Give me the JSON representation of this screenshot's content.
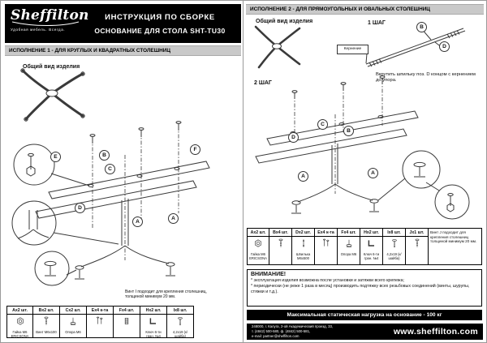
{
  "brand": {
    "name": "Sheffilton",
    "tagline": "Удобная мебель. Всегда."
  },
  "header": {
    "title_line1": "ИНСТРУКЦИЯ ПО СБОРКЕ",
    "title_line2": "ОСНОВАНИЕ ДЛЯ СТОЛА SHT-TU30"
  },
  "left": {
    "section_title": "ИСПОЛНЕНИЕ 1 - ДЛЯ КРУГЛЫХ И КВАДРАТНЫХ СТОЛЕШНИЦ",
    "general_view_label": "Общий вид изделия",
    "callouts": [
      "E",
      "B",
      "C",
      "F",
      "D",
      "A",
      "A"
    ],
    "note": "Винт I подходит для крепления столешниц, толщиной минимум 20 мм.",
    "parts": [
      {
        "qty": "Ax2 шт.",
        "label": "Гайка М6 ERICSONA",
        "icon": "nut-icon"
      },
      {
        "qty": "Bx2 шт.",
        "label": "Винт М6х100",
        "icon": "bolt-icon"
      },
      {
        "qty": "Cx2 шт.",
        "label": "Опора М6",
        "icon": "support-icon"
      },
      {
        "qty": "Ex4 к-та",
        "label": "",
        "icon": "kit-icon"
      },
      {
        "qty": "Fx4 шт.",
        "label": "",
        "icon": "insert-icon"
      },
      {
        "qty": "Hx2 шт.",
        "label": "Ключ 6-ти гран. №4",
        "icon": "hexkey-icon"
      },
      {
        "qty": "Ix8 шт.",
        "label": "4,2х19 (к/шайба)",
        "icon": "screw-icon"
      }
    ]
  },
  "right": {
    "section_title": "ИСПОЛНЕНИЕ 2 - ДЛЯ ПРЯМОУГОЛЬНЫХ И ОВАЛЬНЫХ СТОЛЕШНИЦ",
    "general_view_label": "Общий вид изделия",
    "step1_label": "1 ШАГ",
    "step2_label": "2 ШАГ",
    "kernenie_label": "Кернение",
    "step1_text": "Вкрутить шпильку поз. D концом с кернением до упора.",
    "step1_callouts": [
      "B",
      "D"
    ],
    "step2_callouts": [
      "C",
      "D",
      "B",
      "A",
      "A"
    ],
    "parts": [
      {
        "qty": "Ax2 шт.",
        "label": "Гайка М6 ERICSONA",
        "icon": "nut-icon"
      },
      {
        "qty": "Bx4 шт.",
        "label": "",
        "icon": "bolt-icon"
      },
      {
        "qty": "Dx2 шт.",
        "label": "Шпилька М6х500",
        "icon": "stud-icon"
      },
      {
        "qty": "Ex4 к-та",
        "label": "",
        "icon": "kit-icon"
      },
      {
        "qty": "Fx4 шт.",
        "label": "Опора М6",
        "icon": "support-icon"
      },
      {
        "qty": "Hx2 шт.",
        "label": "Ключ 6-ти гран. №4",
        "icon": "hexkey-icon"
      },
      {
        "qty": "Ix8 шт.",
        "label": "4,2х19 (к/шайба)",
        "icon": "screw-icon"
      },
      {
        "qty": "Jx1 шт.",
        "label": "",
        "icon": "bolt-icon"
      }
    ],
    "parts_note": "Винт J подходит для крепления столешниц толщиной минимум 20 мм.",
    "attention": {
      "title": "ВНИМАНИЕ!",
      "items": [
        "* эксплуатация изделия возможна после установки и затяжки всего крепежа;",
        "* периодически (не реже 1 раза в месяц) производить подтяжку всех резьбовых соединений (винты, шурупы, стяжки и т.д.)."
      ]
    },
    "max_load": "Максимальная статическая нагрузка на основание - 100 кг"
  },
  "footer": {
    "address_line1": "248000, г. Калуга, 2-ой Академический проезд, 33,",
    "address_line2": "т. (4842) 500-580, ф. (4842) 500-581,",
    "address_line3": "e-mail: partner@sheffilton.com",
    "website": "www.sheffilton.com"
  }
}
